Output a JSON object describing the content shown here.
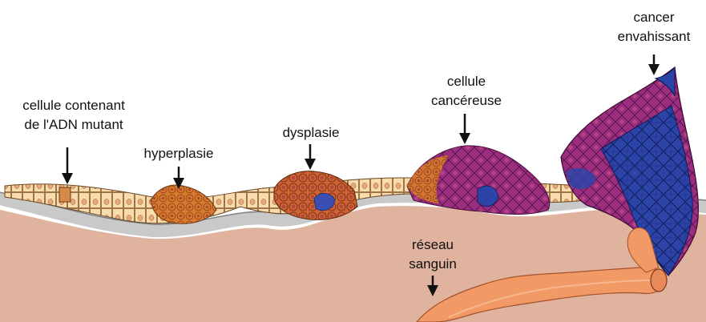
{
  "labels": {
    "mutant_cell": [
      "cellule contenant",
      "de l'ADN mutant"
    ],
    "hyperplasia": [
      "hyperplasie"
    ],
    "dysplasia": [
      "dysplasie"
    ],
    "cancer_cell": [
      "cellule",
      "cancéreuse"
    ],
    "invasive_cancer": [
      "cancer",
      "envahissant"
    ],
    "blood_network": [
      "réseau",
      "sanguin"
    ]
  },
  "colors": {
    "background": "#ffffff",
    "tissue": "#dfb39d",
    "membrane": "#c8c8c8",
    "normal_cell": "#f8dcae",
    "hyperplasia_cell": "#d9792e",
    "dysplasia_cell": "#c45230",
    "cancer_cell": "#9a2d7f",
    "invasive_cell": "#2c44a8",
    "blood_vessel": "#f19a66",
    "arrow": "#111111"
  }
}
